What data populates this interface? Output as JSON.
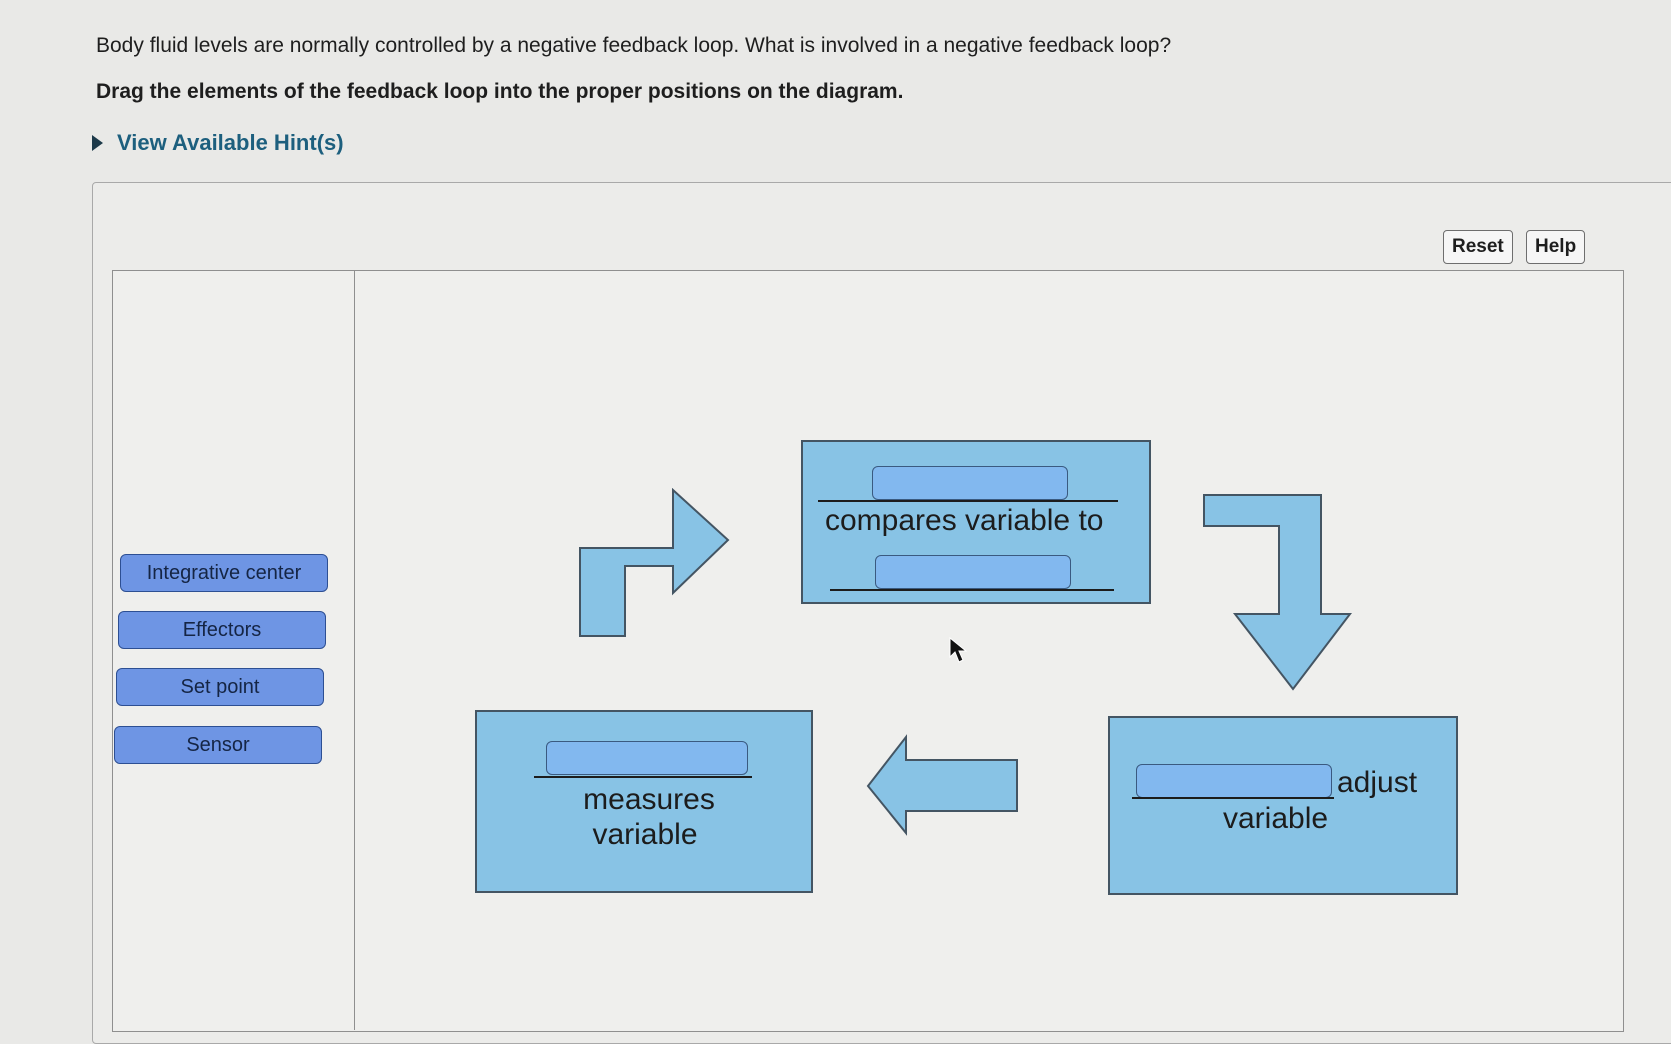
{
  "question": {
    "text": "Body fluid levels are normally controlled by a negative feedback loop. What is involved in a negative feedback loop?",
    "instruction": "Drag the elements of the feedback loop into the proper positions on the diagram."
  },
  "hint": {
    "label": "View Available Hint(s)"
  },
  "toolbar": {
    "reset_label": "Reset",
    "help_label": "Help"
  },
  "tiles": [
    {
      "label": "Integrative center"
    },
    {
      "label": "Effectors"
    },
    {
      "label": "Set point"
    },
    {
      "label": "Sensor"
    }
  ],
  "diagram": {
    "top_box": {
      "text": "compares variable to"
    },
    "left_box": {
      "line1": "measures",
      "line2": "variable"
    },
    "right_box": {
      "line1": "adjust",
      "line2": "variable"
    },
    "colors": {
      "box_fill": "#88c3e5",
      "slot_fill": "#82b8ef",
      "tile_fill": "#6e95e4"
    }
  }
}
